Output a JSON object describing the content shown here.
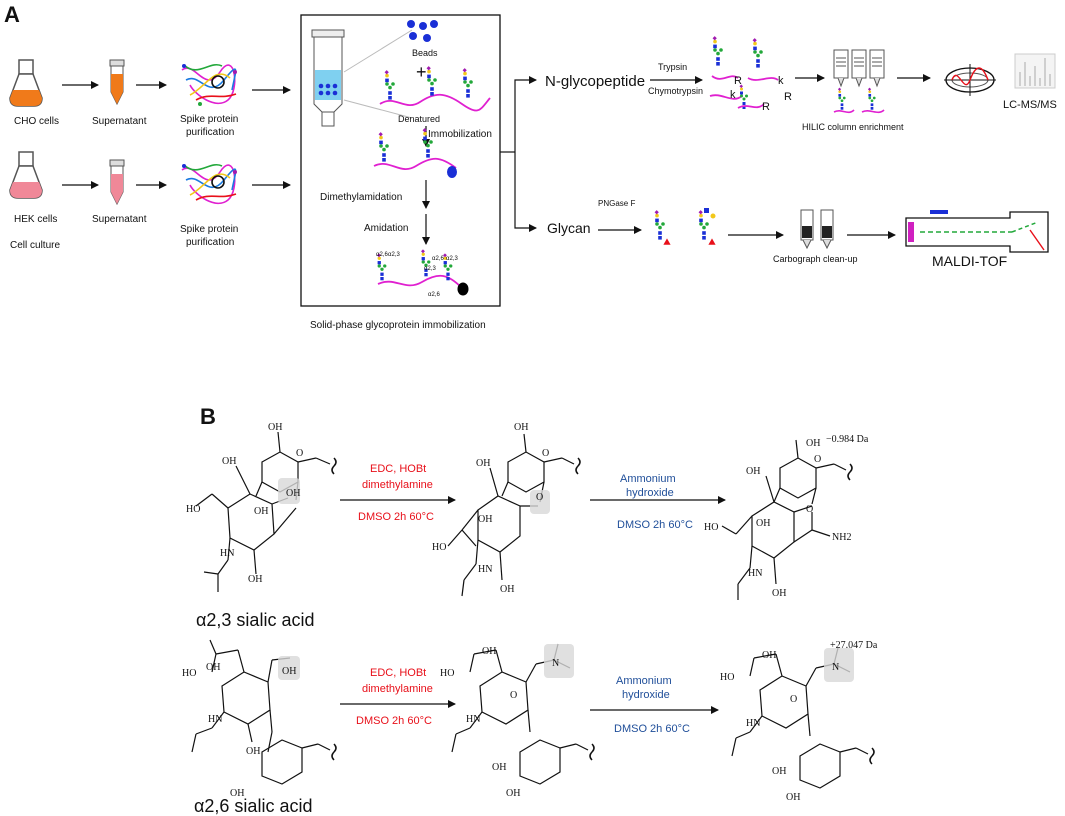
{
  "panelA": {
    "label": "A",
    "cho_cells": "CHO cells",
    "hek_cells": "HEK cells",
    "cell_culture": "Cell culture",
    "supernatant": "Supernatant",
    "spike_purification_1": "Spike protein",
    "spike_purification_2": "purification",
    "beads": "Beads",
    "plus": "+",
    "denatured": "Denatured",
    "immobilization": "Immobilization",
    "dimethylamidation": "Dimethylamidation",
    "amidation": "Amidation",
    "linkage_a26": "α2,6",
    "linkage_a23": "α2,3",
    "solid_phase_caption": "Solid-phase glycoprotein immobilization",
    "n_glycopeptide": "N-glycopeptide",
    "trypsin": "Trypsin",
    "chymotrypsin": "Chymotrypsin",
    "residue_k": "k",
    "residue_r": "R",
    "hilic": "HILIC column enrichment",
    "lcms": "LC-MS/MS",
    "glycan": "Glycan",
    "pngase": "PNGase F",
    "carbograph": "Carbograph clean-up",
    "maldi": "MALDI-TOF"
  },
  "panelB": {
    "label": "B",
    "reagent1_line1": "EDC, HOBt",
    "reagent1_line2": "dimethylamine",
    "condition": "DMSO 2h 60°C",
    "reagent2_line1": "Ammonium",
    "reagent2_line2": "hydroxide",
    "mass_shift_a23": "−0.984 Da",
    "mass_shift_a26": "+27.047 Da",
    "a23_label": "α2,3 sialic acid",
    "a26_label": "α2,6 sialic acid",
    "atom_oh": "OH",
    "atom_ho": "HO",
    "atom_hn": "HN",
    "atom_o": "O",
    "atom_nh2": "NH2",
    "atom_n": "N"
  },
  "colors": {
    "reaction1": "#e8101a",
    "reaction2": "#1f4e99",
    "peptide": "#e020d0",
    "glcnac": "#1a2fd6",
    "mannose": "#22a83a",
    "galactose": "#f2c81a",
    "sialic": "#a11bb0",
    "fucose": "#e8101a",
    "bead": "#1a2fd6",
    "cho_medium": "#f07a1a",
    "hek_medium": "#f08898",
    "highlight": "#d8d8d8"
  }
}
